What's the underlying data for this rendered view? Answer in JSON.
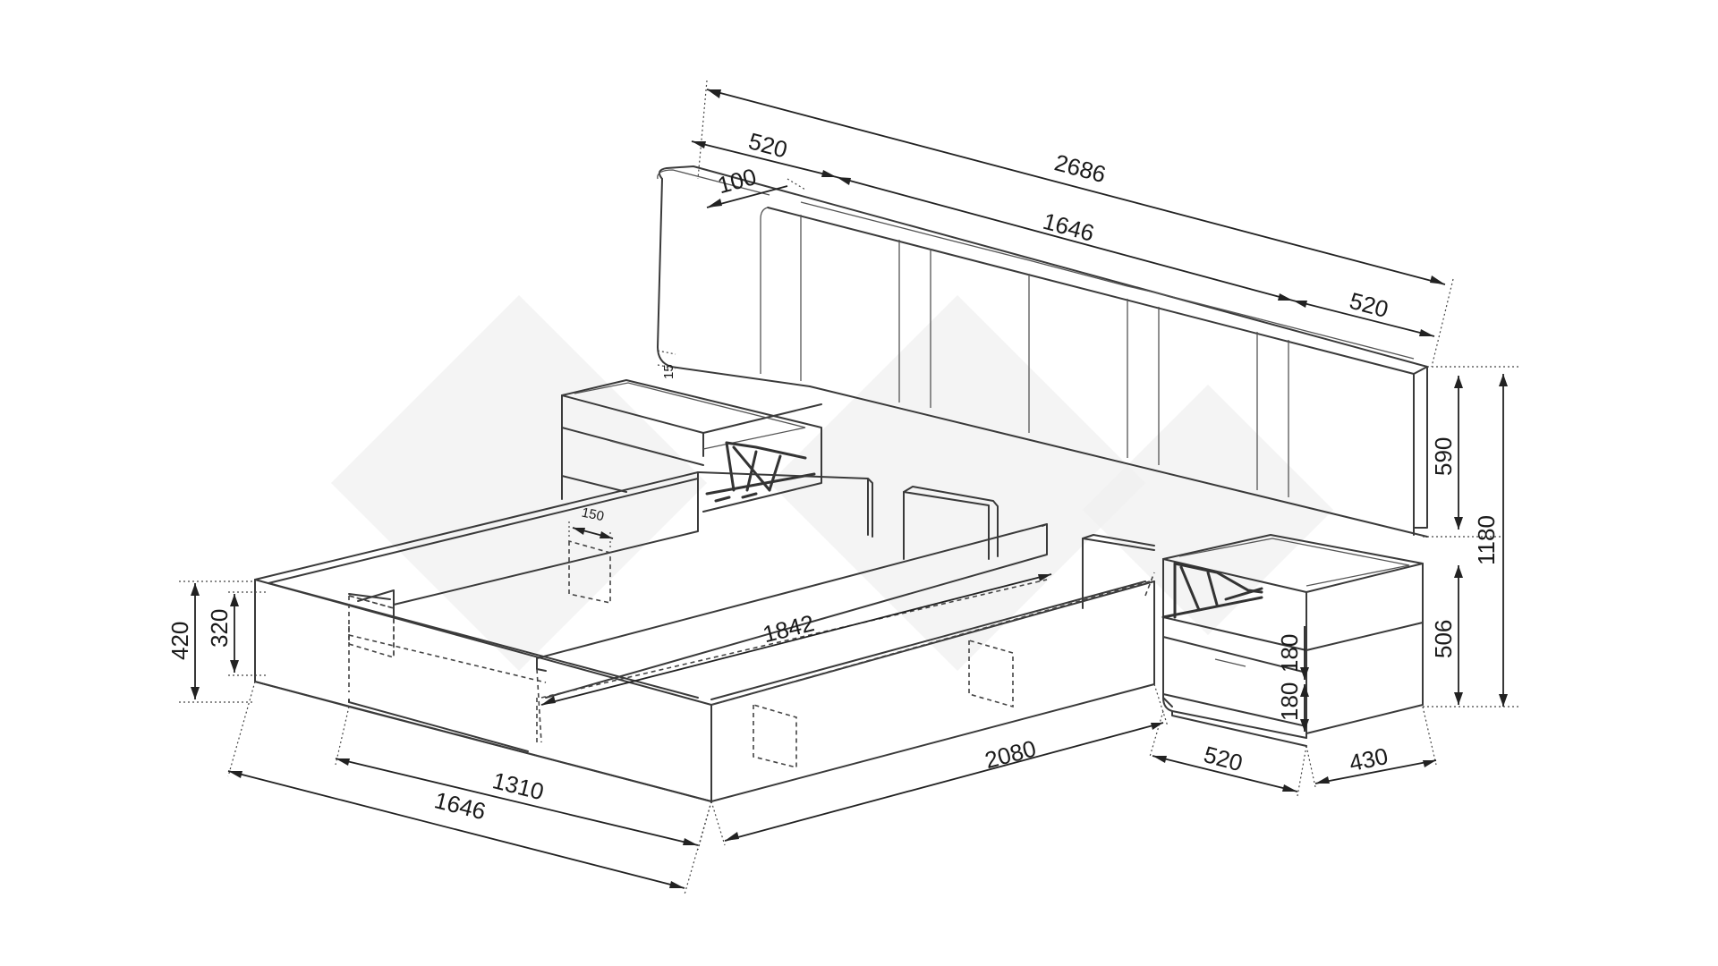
{
  "dimensions": {
    "headboard_total_length": "2686",
    "headboard_side_panel_left": "520",
    "headboard_panel_step": "100",
    "headboard_center_length": "1646",
    "headboard_side_panel_right": "520",
    "headboard_panel_height": "590",
    "total_height": "1180",
    "nightstand_height": "506",
    "drawer_height_upper": "180",
    "drawer_height_lower": "180",
    "nightstand_width": "520",
    "nightstand_depth": "430",
    "frame_height": "420",
    "inner_frame_height": "320",
    "slat_support_width": "150",
    "inner_length": "1842",
    "frame_length": "2080",
    "inner_width": "1310",
    "frame_width": "1646",
    "small_offset": "15"
  }
}
